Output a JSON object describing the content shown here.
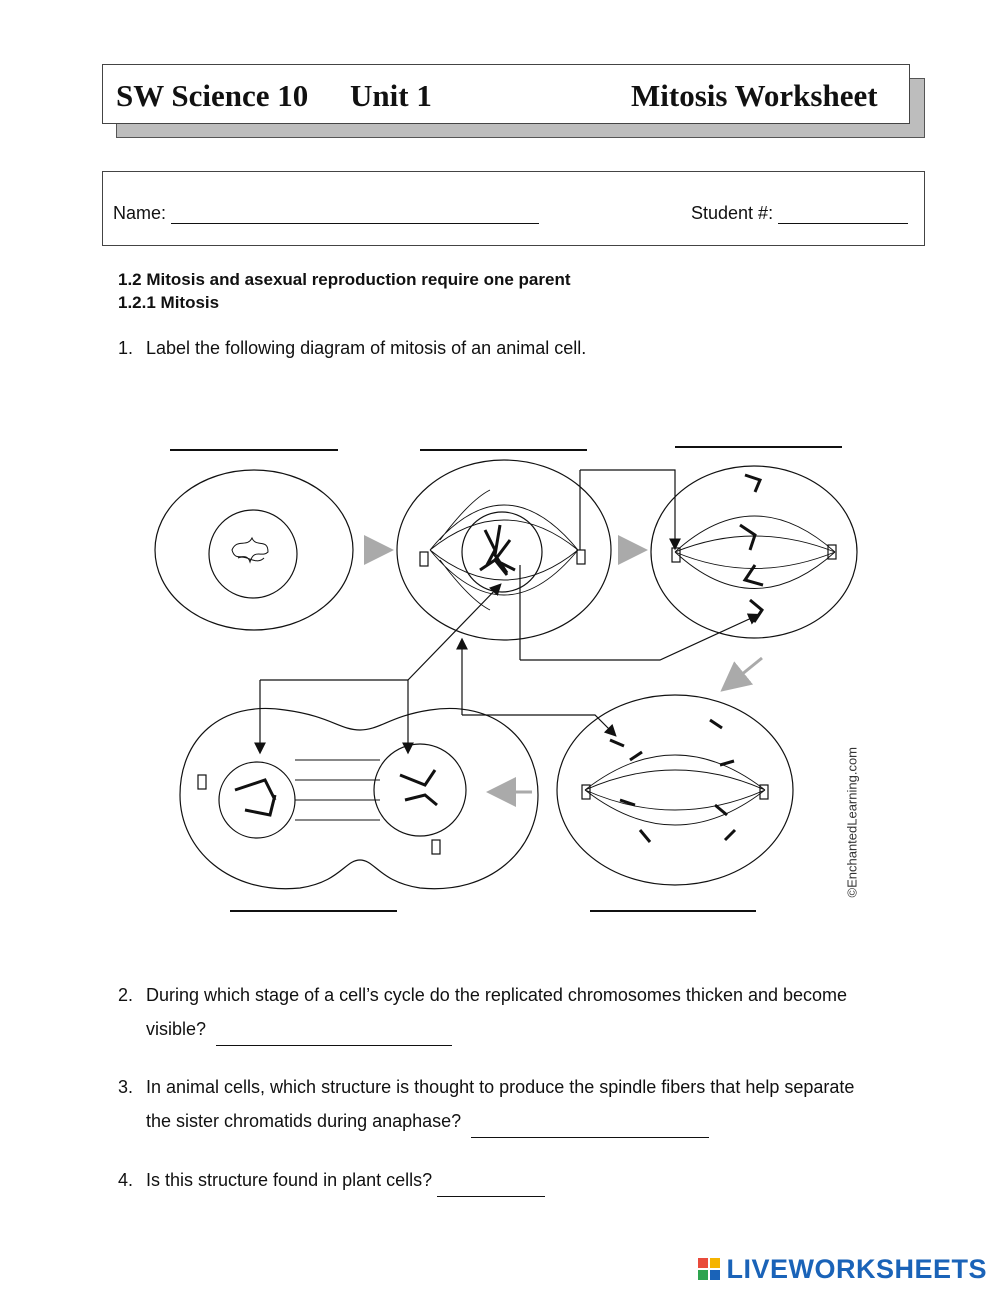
{
  "header": {
    "course": "SW Science 10",
    "unit": "Unit 1",
    "title": "Mitosis Worksheet"
  },
  "student": {
    "name_label": "Name:",
    "number_label": "Student #:"
  },
  "section": {
    "heading": "1.2  Mitosis and asexual reproduction require one parent",
    "subheading": "1.2.1 Mitosis"
  },
  "questions": [
    {
      "num": "1.",
      "text": "Label the following diagram of mitosis of an animal cell."
    },
    {
      "num": "2.",
      "text": "During which stage of a cell’s cycle do the replicated chromosomes thicken and become visible?"
    },
    {
      "num": "3.",
      "text": "In animal cells, which structure is thought to produce the spindle fibers that help separate the sister chromatids during anaphase?"
    },
    {
      "num": "4.",
      "text": "Is this structure found in plant cells?"
    }
  ],
  "diagram": {
    "credit": "©EnchantedLearning.com"
  },
  "footer": {
    "logo_text": "LIVEWORKSHEETS",
    "logo_colors": [
      "#e94b3c",
      "#f5b400",
      "#2ea44f",
      "#1a63b8"
    ]
  }
}
